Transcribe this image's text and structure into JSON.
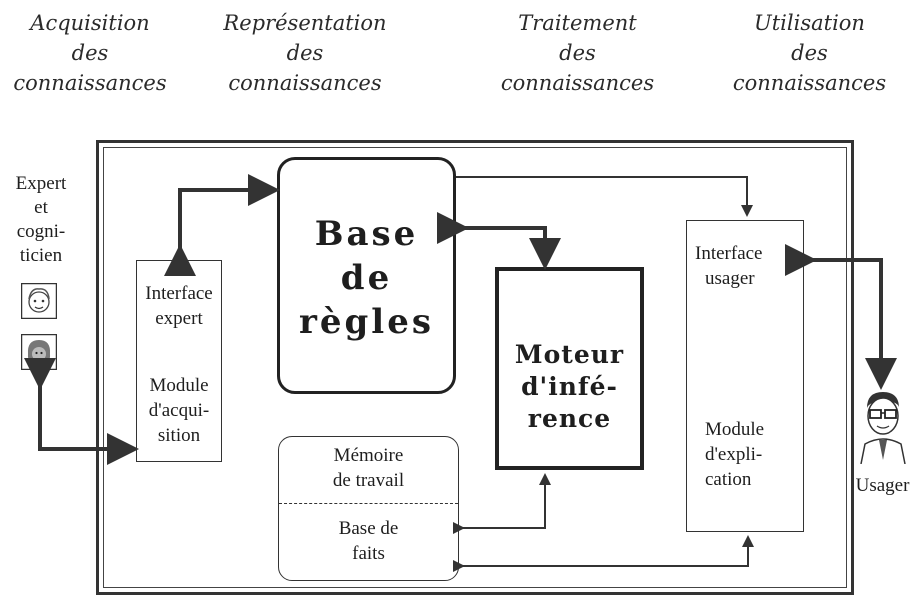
{
  "headers": [
    {
      "lines": [
        "Acquisition",
        "des",
        "connaissances"
      ]
    },
    {
      "lines": [
        "Représentation",
        "des",
        "connaissances"
      ]
    },
    {
      "lines": [
        "Traitement",
        "des",
        "connaissances"
      ]
    },
    {
      "lines": [
        "Utilisation",
        "des",
        "connaissances"
      ]
    }
  ],
  "expert": {
    "lines": [
      "Expert",
      "et",
      "cogni-",
      "ticien"
    ]
  },
  "usager_label": "Usager",
  "interface_expert": {
    "top": [
      "Interface",
      "expert"
    ],
    "bottom": [
      "Module",
      "d'acqui-",
      "sition"
    ]
  },
  "base_regles": {
    "lines": [
      "Base",
      "de",
      "règles"
    ]
  },
  "moteur": {
    "lines": [
      "Moteur",
      "d'infé-",
      "rence"
    ]
  },
  "memoire": {
    "top": [
      "Mémoire",
      "de travail"
    ],
    "bottom": [
      "Base de",
      "faits"
    ]
  },
  "interface_usager": {
    "top": [
      "Interface",
      "usager"
    ],
    "bottom": [
      "Module",
      "d'expli-",
      "cation"
    ]
  }
}
